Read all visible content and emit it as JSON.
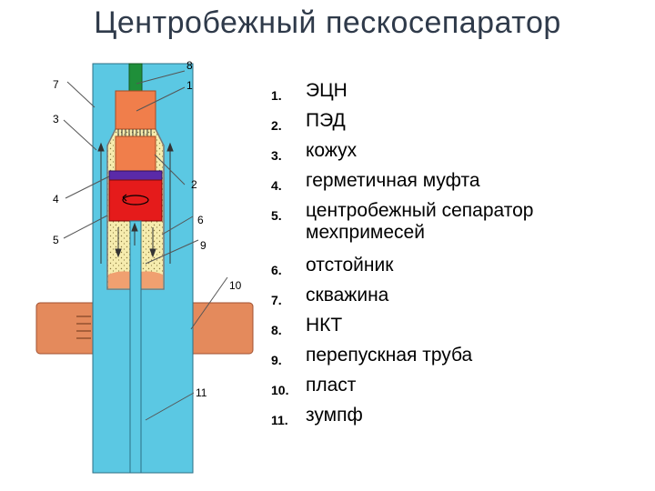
{
  "title": "Центробежный пескосепаратор",
  "callouts": [
    "8",
    "7",
    "1",
    "3",
    "2",
    "4",
    "6",
    "5",
    "9",
    "10",
    "11"
  ],
  "legend": [
    {
      "num": "1.",
      "text": "ЭЦН"
    },
    {
      "num": "2.",
      "text": "ПЭД"
    },
    {
      "num": "3.",
      "text": "кожух"
    },
    {
      "num": "4.",
      "text": "герметичная муфта"
    },
    {
      "num": "5.",
      "text": "центробежный сепаратор мехпримесей"
    },
    {
      "num": "6.",
      "text": "отстойник"
    },
    {
      "num": "7.",
      "text": "скважина"
    },
    {
      "num": "8.",
      "text": "НКТ"
    },
    {
      "num": "9.",
      "text": "перепускная труба"
    },
    {
      "num": "10.",
      "text": "пласт"
    },
    {
      "num": "11.",
      "text": "зумпф"
    }
  ],
  "colors": {
    "well_fluid": "#5bc8e3",
    "pipe": "#1f8f3a",
    "pump": "#f07e4b",
    "casing": "#f6ecae",
    "coupling": "#5a2aa8",
    "separator": "#e51b1b",
    "sediment": "#f0a070",
    "formation": "#e48a5c"
  }
}
